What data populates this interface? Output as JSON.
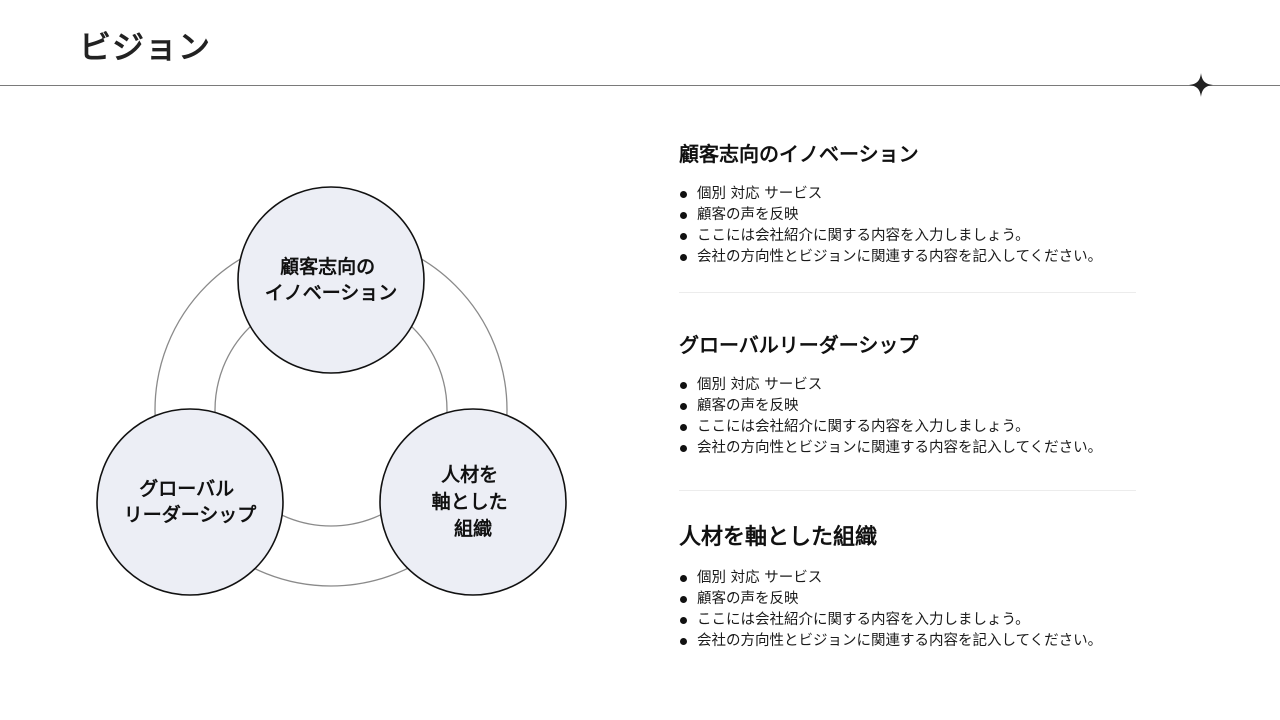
{
  "header": {
    "title": "ビジョン",
    "icon": "sparkle-icon"
  },
  "diagram": {
    "nodes": [
      {
        "id": "top",
        "lines": [
          "顧客志向の",
          "イノベーション"
        ]
      },
      {
        "id": "left",
        "lines": [
          "グローバル",
          "リーダーシップ"
        ]
      },
      {
        "id": "right",
        "lines": [
          "人材を",
          "軸とした",
          "組織"
        ]
      }
    ]
  },
  "sections": [
    {
      "title": "顧客志向のイノベーション",
      "items": [
        "個別 対応 サービス",
        "顧客の声を反映",
        "ここには会社紹介に関する内容を入力しましょう。",
        "会社の方向性とビジョンに関連する内容を記入してください。"
      ]
    },
    {
      "title": "グローバルリーダーシップ",
      "items": [
        "個別 対応 サービス",
        "顧客の声を反映",
        "ここには会社紹介に関する内容を入力しましょう。",
        "会社の方向性とビジョンに関連する内容を記入してください。"
      ]
    },
    {
      "title": "人材を軸とした組織",
      "items": [
        "個別 対応 サービス",
        "顧客の声を反映",
        "ここには会社紹介に関する内容を入力しましょう。",
        "会社の方向性とビジョンに関連する内容を記入してください。"
      ]
    }
  ],
  "colors": {
    "node_fill": "#eceef5",
    "node_stroke": "#111111",
    "ring_stroke": "#8a8a8a"
  }
}
